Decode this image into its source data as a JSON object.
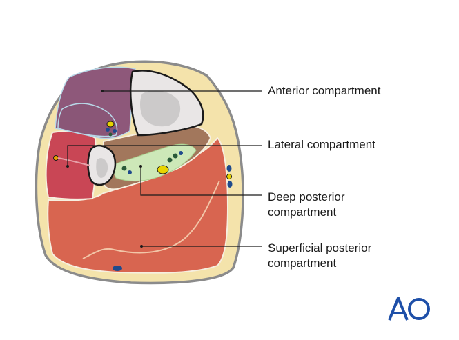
{
  "labels": {
    "anterior": "Anterior compartment",
    "lateral": "Lateral compartment",
    "deep_posterior_line1": "Deep posterior",
    "deep_posterior_line2": "compartment",
    "superficial_posterior_line1": "Superficial posterior",
    "superficial_posterior_line2": "compartment"
  },
  "logo": {
    "text": "AO"
  },
  "colors": {
    "skin": "#f4e3ab",
    "skin_outline": "#8b8b8b",
    "anterior": "#8e587a",
    "lateral": "#c94655",
    "deep_posterior": "#a2775c",
    "superficial_posterior": "#d86550",
    "bone": "#e9e6e6",
    "fascia": "#cde8b8",
    "vessel": "#1f4a8c",
    "nerve": "#e8d400",
    "logo": "#1e4fa8"
  }
}
